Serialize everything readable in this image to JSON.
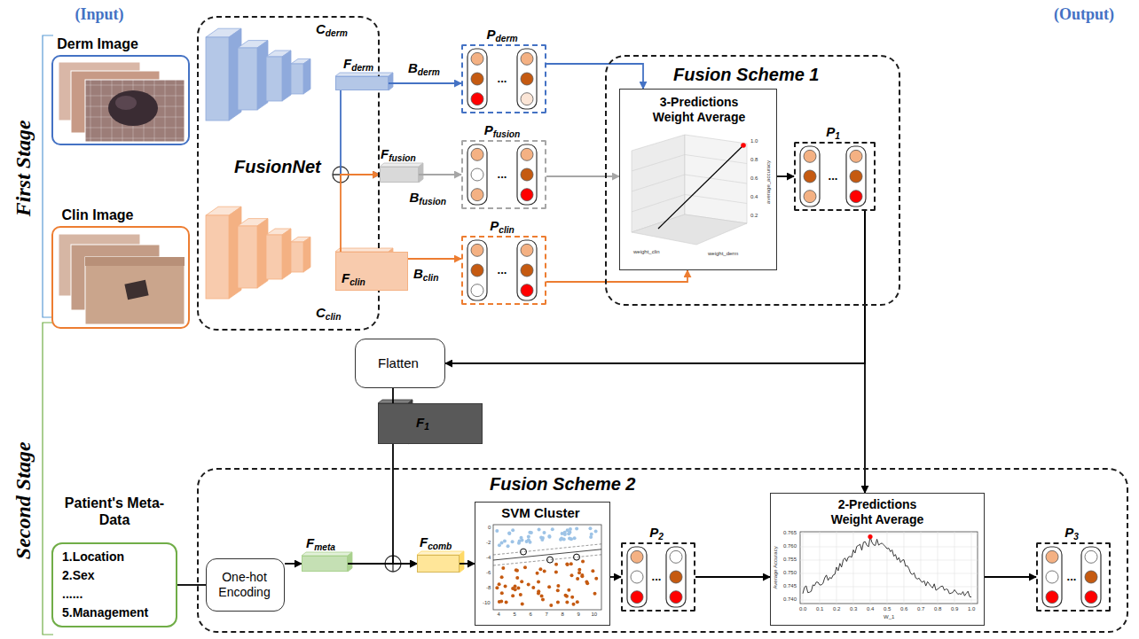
{
  "diagram": {
    "nodes": [
      {
        "text": [
          "Derm Image"
        ]
      },
      {
        "text": [
          "Clin Image"
        ]
      },
      {
        "text": [
          "FusionNet"
        ]
      },
      {
        "text": [
          "Fderm"
        ],
        "in": 2
      },
      {
        "text": [
          "Ffusion"
        ],
        "in": 2
      },
      {
        "text": [
          "Fclin"
        ],
        "in": 2
      },
      {
        "text": [
          "Pderm",
          "..."
        ]
      },
      {
        "text": [
          "Pfusion",
          "..."
        ]
      },
      {
        "text": [
          "Pclin",
          "..."
        ]
      },
      {
        "text": [
          "Fusion Scheme 1"
        ]
      },
      {
        "text": [
          "3-Predictions Weight Average"
        ],
        "in": 9
      },
      {
        "text": [
          "P1",
          "..."
        ],
        "in": 9
      },
      {
        "text": [
          "Flatten"
        ]
      },
      {
        "text": [
          "F1"
        ]
      },
      {
        "text": [
          "Patient's Meta-Data",
          "1.Location",
          "2.Sex",
          "......",
          "5.Management"
        ]
      },
      {
        "text": [
          "Fusion Scheme 2"
        ]
      },
      {
        "text": [
          "One-hot Encoding"
        ],
        "in": 15
      },
      {
        "text": [
          "Fmeta"
        ],
        "in": 15
      },
      {
        "text": [
          "Fcomb"
        ],
        "in": 15
      },
      {
        "text": [
          "SVM Cluster"
        ],
        "in": 15
      },
      {
        "text": [
          "P2",
          "..."
        ],
        "in": 15
      },
      {
        "text": [
          "2-Predictions Weight Average"
        ],
        "in": 15
      },
      {
        "text": [
          "P3",
          "..."
        ],
        "in": 15
      }
    ],
    "edges": [
      {
        "from": 3,
        "to": 6,
        "label": "Bderm",
        "arrow": "to"
      },
      {
        "from": 3,
        "to": 4,
        "arrow": "to"
      },
      {
        "from": 5,
        "to": 4,
        "arrow": "to"
      },
      {
        "from": 4,
        "to": 7,
        "label": "Bfusion",
        "arrow": "to"
      },
      {
        "from": 5,
        "to": 8,
        "label": "Bclin",
        "arrow": "to"
      },
      {
        "from": 6,
        "to": 10,
        "arrow": "to"
      },
      {
        "from": 7,
        "to": 10,
        "arrow": "to"
      },
      {
        "from": 8,
        "to": 10,
        "arrow": "to"
      },
      {
        "from": 10,
        "to": 11,
        "arrow": "to"
      },
      {
        "from": 11,
        "to": 12,
        "arrow": "to"
      },
      {
        "from": 12,
        "to": 13,
        "arrow": "none"
      },
      {
        "from": 13,
        "to": 18,
        "arrow": "to"
      },
      {
        "from": 14,
        "to": 16,
        "arrow": "none"
      },
      {
        "from": 16,
        "to": 17,
        "arrow": "to"
      },
      {
        "from": 17,
        "to": 18,
        "arrow": "to"
      },
      {
        "from": 18,
        "to": 19,
        "arrow": "to"
      },
      {
        "from": 19,
        "to": 20,
        "arrow": "to"
      },
      {
        "from": 20,
        "to": 21,
        "arrow": "to"
      },
      {
        "from": 11,
        "to": 21,
        "arrow": "to"
      },
      {
        "from": 21,
        "to": 22,
        "arrow": "to"
      }
    ],
    "labels": [
      "(Input)",
      "(Output)",
      "First Stage",
      "Second Stage",
      "Cderm",
      "Cclin",
      "average_accuracy",
      "weight_derm",
      "weight_clin",
      "1.0",
      "0.8",
      "0.6",
      "0.4",
      "0.2",
      "Average Accuracy",
      "W_1",
      "0.765",
      "0.760",
      "0.755",
      "0.750",
      "0.745",
      "0.740",
      "0.0",
      "0.1",
      "0.2",
      "0.3",
      "0.4",
      "0.5",
      "0.6",
      "0.7",
      "0.8",
      "0.9",
      "1.0",
      "0",
      "-2",
      "-4",
      "-6",
      "-8",
      "-10",
      "4",
      "5",
      "6",
      "7",
      "8",
      "9",
      "10"
    ]
  }
}
